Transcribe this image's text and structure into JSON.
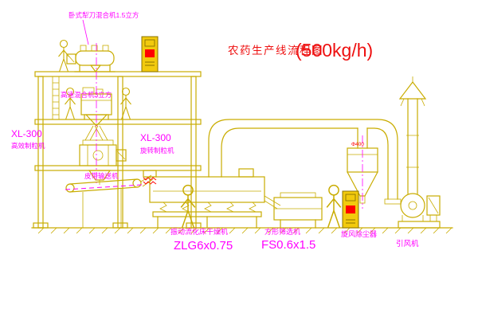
{
  "title": {
    "name": "农药生产线流程图",
    "capacity": "(500kg/h)"
  },
  "labels": {
    "horizontal_mixer": "卧式犁刀混合机1.5立方",
    "high_speed_mixer": "高速混合机3立方",
    "granulator_left_model": "XL-300",
    "granulator_left_name": "高效制粒机",
    "granulator_mid_model": "XL-300",
    "granulator_mid_name": "旋转制粒机",
    "belt_conveyor": "皮带输送机",
    "dryer_name": "振动流化床干燥机",
    "dryer_model": "ZLG6x0.75",
    "sieve_name": "方形筛选机",
    "sieve_model": "FS0.6x1.5",
    "cyclone": "旋风除尘器",
    "fan": "引风机",
    "duct_diameter": "Φ400"
  },
  "colors": {
    "line": "#c9ac00",
    "label_magenta": "#ff00ff",
    "title_red": "#ee1010",
    "cabinet_fill": "#f2ca0e",
    "accent_red": "#ff0000",
    "background": "#ffffff"
  }
}
